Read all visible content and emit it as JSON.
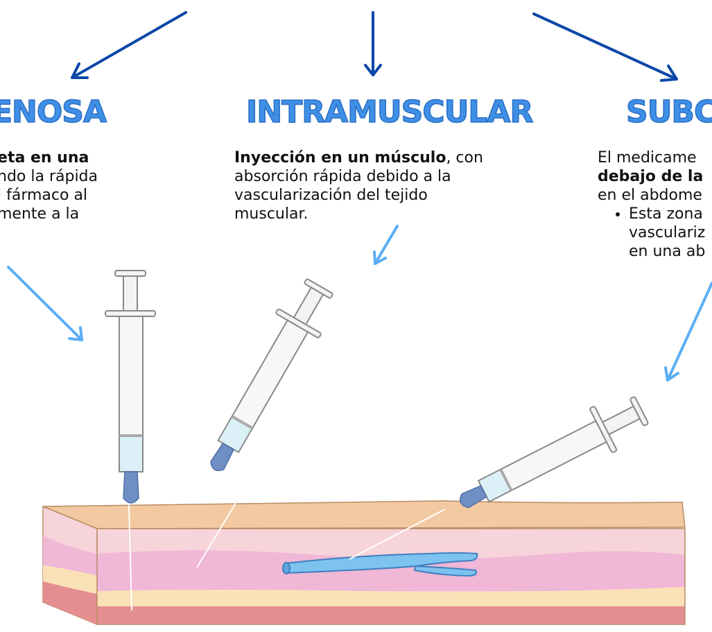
{
  "left": {
    "heading": "ENOSA",
    "lines": [
      {
        "bold": "eta en una",
        "rest": ""
      },
      {
        "bold": "",
        "rest": "ndo la rápida"
      },
      {
        "bold": "",
        "rest": "l fármaco al"
      },
      {
        "bold": "",
        "rest": "mente a la"
      }
    ]
  },
  "middle": {
    "heading": "INTRAMUSCULAR",
    "line1_bold": "Inyección en un músculo",
    "line1_rest": ", con",
    "line2": "absorción rápida debido a la",
    "line3": "vascularización del tejido",
    "line4": "muscular."
  },
  "right": {
    "heading": "SUBCU",
    "line1": "El medicame",
    "line2_bold": "debajo de la",
    "line3": "en el abdome",
    "bullet_line1": "Esta zona",
    "bullet_line2": "vasculariz",
    "bullet_line3": "en una ab"
  },
  "colors": {
    "dark_arrow": "#0b47a8",
    "light_arrow": "#5aaef5",
    "heading_fill": "#3f8fe6",
    "skin_top": "#f2c9a0",
    "dermis": "#f7d3da",
    "muscle": "#f0b7d6",
    "fat": "#fbe1b8",
    "bone": "#e48e92",
    "vein": "#7ec2f0",
    "needle_tip": "#6f8fc4",
    "liquid": "#dcf1f7"
  },
  "icons": [
    "syringe-icon",
    "vein-icon",
    "arrow-icon"
  ]
}
